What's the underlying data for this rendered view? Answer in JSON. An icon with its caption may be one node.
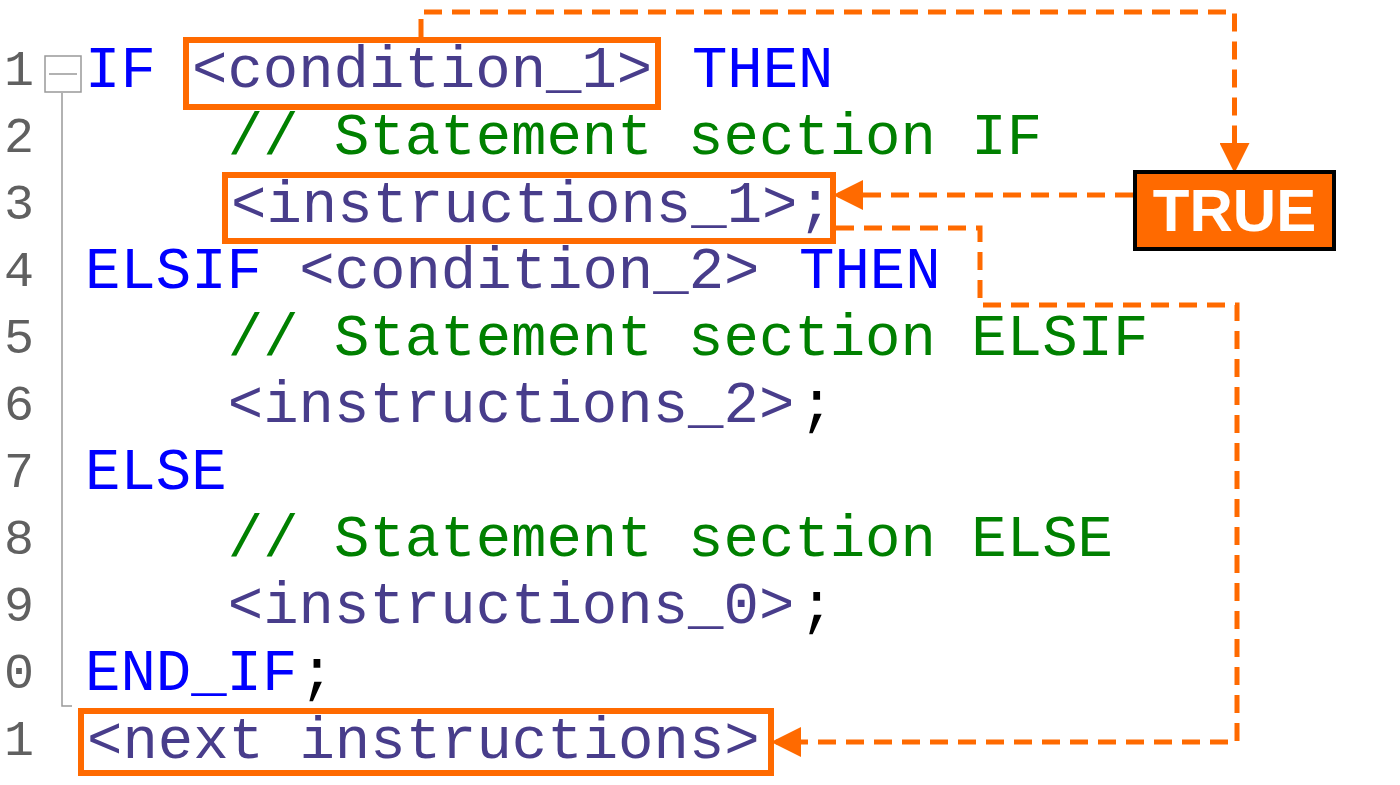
{
  "diagram": {
    "nodes": [
      {
        "text": [
          "<condition_1>"
        ]
      },
      {
        "text": [
          "<instructions_1>;"
        ]
      },
      {
        "text": [
          "TRUE"
        ]
      },
      {
        "text": [
          "<next instructions>"
        ]
      }
    ],
    "edges": [
      {
        "from": 0,
        "to": 2,
        "arrow": "to",
        "style": "dashed"
      },
      {
        "from": 2,
        "to": 1,
        "arrow": "to",
        "style": "dashed"
      },
      {
        "from": 1,
        "to": 3,
        "arrow": "to",
        "style": "dashed"
      }
    ],
    "labels": [
      "1",
      "IF",
      "THEN",
      "2",
      "// Statement section IF",
      "3",
      "4",
      "ELSIF",
      "<condition_2>",
      "THEN",
      "5",
      "// Statement section ELSIF",
      "6",
      "<instructions_2>",
      ";",
      "7",
      "ELSE",
      "8",
      "// Statement section ELSE",
      "9",
      "<instructions_0>",
      ";",
      "0",
      "END_IF",
      ";",
      "1"
    ]
  }
}
